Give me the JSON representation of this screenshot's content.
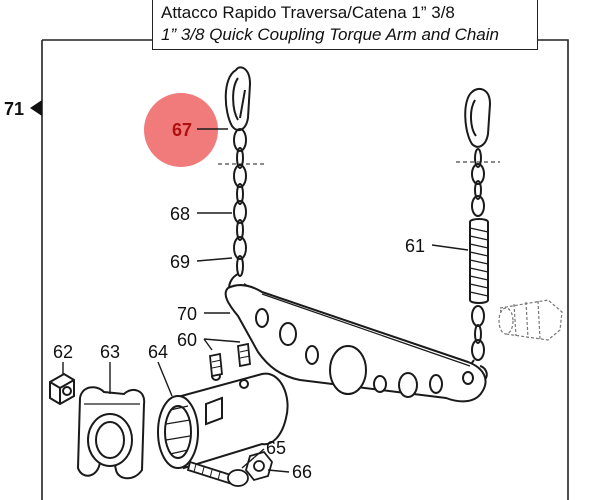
{
  "title": {
    "italian": "Attacco Rapido Traversa/Catena 1” 3/8",
    "english": "1” 3/8 Quick Coupling Torque Arm and Chain"
  },
  "callouts": {
    "c71": "71",
    "c67": "67",
    "c68": "68",
    "c69": "69",
    "c61": "61",
    "c70": "70",
    "c62": "62",
    "c63": "63",
    "c64": "64",
    "c60": "60",
    "c65": "65",
    "c66": "66"
  },
  "colors": {
    "highlight": "#ef6b6b",
    "highlight_label": "#b01010",
    "line": "#1a1a1a"
  }
}
